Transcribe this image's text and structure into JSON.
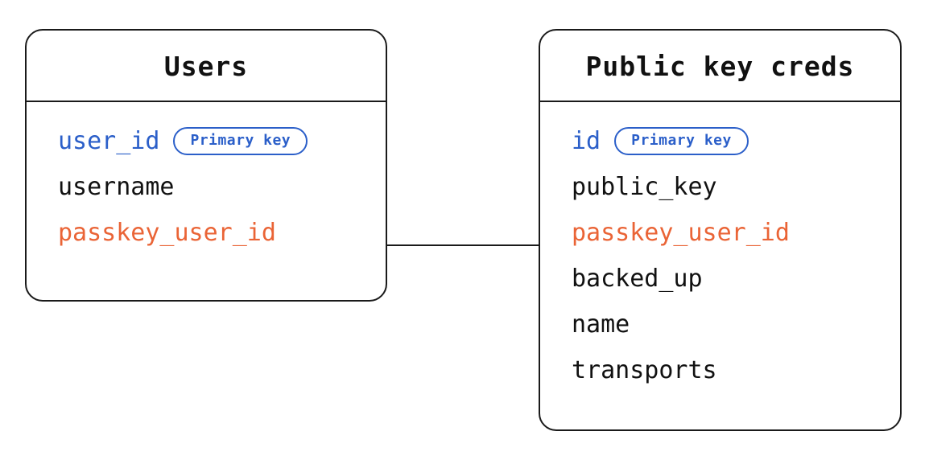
{
  "diagram": {
    "type": "entity-relationship-diagram",
    "background_color": "#ffffff",
    "colors": {
      "border": "#1a1a1a",
      "text": "#111111",
      "primary_key": "#2b5fc9",
      "foreign_key": "#ea6436"
    },
    "badge_label": "Primary key",
    "entities": [
      {
        "id": "users",
        "title": "Users",
        "fields": [
          {
            "name": "user_id",
            "role": "key",
            "badge": "Primary key"
          },
          {
            "name": "username",
            "role": "plain",
            "badge": ""
          },
          {
            "name": "passkey_user_id",
            "role": "fk",
            "badge": ""
          }
        ]
      },
      {
        "id": "public-key-creds",
        "title": "Public key creds",
        "fields": [
          {
            "name": "id",
            "role": "key",
            "badge": "Primary key"
          },
          {
            "name": "public_key",
            "role": "plain",
            "badge": ""
          },
          {
            "name": "passkey_user_id",
            "role": "fk",
            "badge": ""
          },
          {
            "name": "backed_up",
            "role": "plain",
            "badge": ""
          },
          {
            "name": "name",
            "role": "plain",
            "badge": ""
          },
          {
            "name": "transports",
            "role": "plain",
            "badge": ""
          }
        ]
      }
    ],
    "relationships": [
      {
        "from_entity": "users",
        "from_field": "passkey_user_id",
        "to_entity": "public-key-creds",
        "to_field": "passkey_user_id"
      }
    ]
  }
}
